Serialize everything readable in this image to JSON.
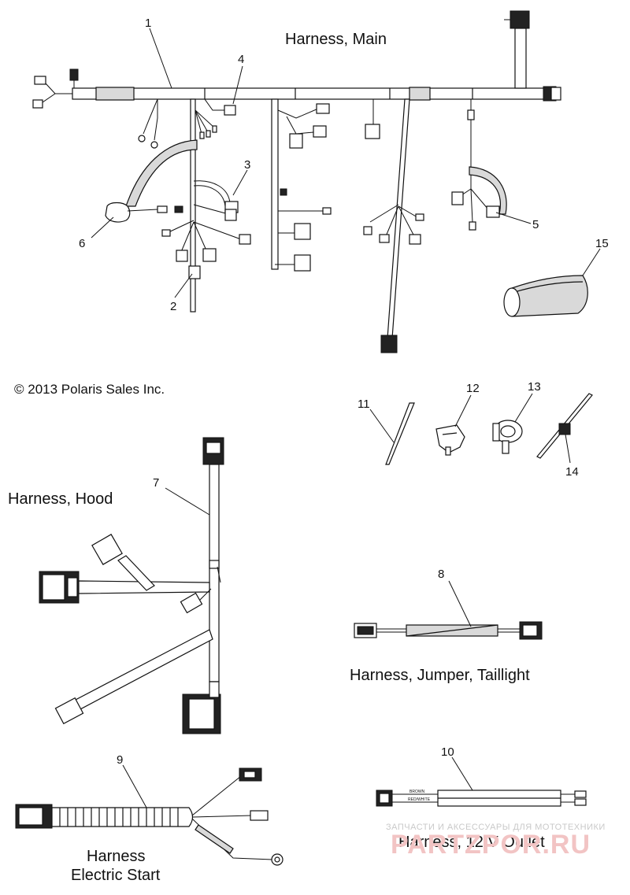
{
  "titles": {
    "main": "Harness, Main",
    "hood": "Harness, Hood",
    "jumper": "Harness, Jumper, Taillight",
    "outlet": "Harness, 12 V Outlet",
    "electric_start_line1": "Harness",
    "electric_start_line2": "Electric Start"
  },
  "copyright": "© 2013 Polaris Sales Inc.",
  "callouts": {
    "c1": "1",
    "c2": "2",
    "c3": "3",
    "c4": "4",
    "c5": "5",
    "c6": "6",
    "c7": "7",
    "c8": "8",
    "c9": "9",
    "c10": "10",
    "c11": "11",
    "c12": "12",
    "c13": "13",
    "c14": "14",
    "c15": "15"
  },
  "wire_labels": {
    "brown": "BROWN",
    "red_white": "RED/WHITE"
  },
  "watermark": {
    "line1": "ЗАПЧАСТИ И АКСЕССУАРЫ ДЛЯ МОТОТЕХНИКИ",
    "line2": "PARTZPOR.RU"
  }
}
